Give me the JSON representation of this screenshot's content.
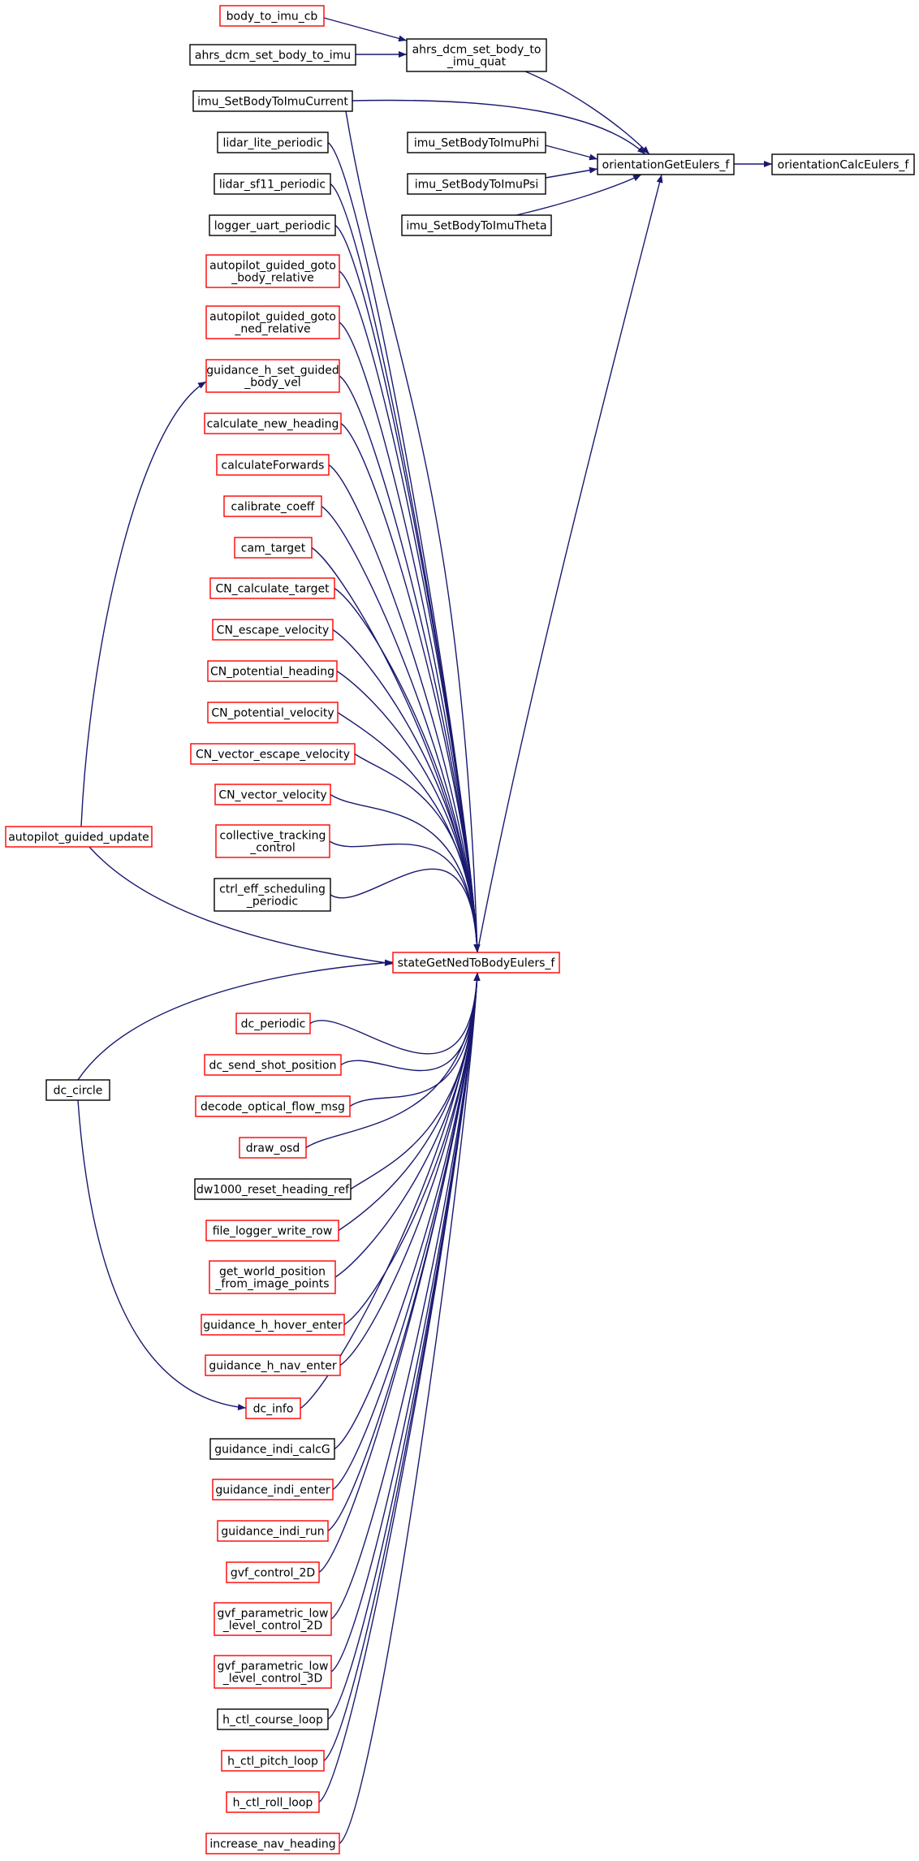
{
  "colors": {
    "background": "#ffffff",
    "edge": "#191970",
    "node_border_black": "#000000",
    "node_border_red": "#ff0000",
    "root_fill": "#bfbfbf"
  },
  "nodes": [
    {
      "id": "orientationCalcEulers_f",
      "lines": [
        "orientationCalcEulers_f"
      ],
      "border": "black",
      "highlight": true
    },
    {
      "id": "orientationGetEulers_f",
      "lines": [
        "orientationGetEulers_f"
      ],
      "border": "black"
    },
    {
      "id": "ahrs_dcm_set_body_to_imu_quat",
      "lines": [
        "ahrs_dcm_set_body_to",
        "_imu_quat"
      ],
      "border": "black"
    },
    {
      "id": "body_to_imu_cb",
      "lines": [
        "body_to_imu_cb"
      ],
      "border": "red"
    },
    {
      "id": "ahrs_dcm_set_body_to_imu",
      "lines": [
        "ahrs_dcm_set_body_to_imu"
      ],
      "border": "black"
    },
    {
      "id": "imu_SetBodyToImuCurrent",
      "lines": [
        "imu_SetBodyToImuCurrent"
      ],
      "border": "black"
    },
    {
      "id": "imu_SetBodyToImuPhi",
      "lines": [
        "imu_SetBodyToImuPhi"
      ],
      "border": "black"
    },
    {
      "id": "imu_SetBodyToImuPsi",
      "lines": [
        "imu_SetBodyToImuPsi"
      ],
      "border": "black"
    },
    {
      "id": "imu_SetBodyToImuTheta",
      "lines": [
        "imu_SetBodyToImuTheta"
      ],
      "border": "black"
    },
    {
      "id": "stateGetNedToBodyEulers_f",
      "lines": [
        "stateGetNedToBodyEulers_f"
      ],
      "border": "red"
    },
    {
      "id": "lidar_lite_periodic",
      "lines": [
        "lidar_lite_periodic"
      ],
      "border": "black"
    },
    {
      "id": "lidar_sf11_periodic",
      "lines": [
        "lidar_sf11_periodic"
      ],
      "border": "black"
    },
    {
      "id": "logger_uart_periodic",
      "lines": [
        "logger_uart_periodic"
      ],
      "border": "black"
    },
    {
      "id": "autopilot_guided_goto_body_relative",
      "lines": [
        "autopilot_guided_goto",
        "_body_relative"
      ],
      "border": "red"
    },
    {
      "id": "autopilot_guided_goto_ned_relative",
      "lines": [
        "autopilot_guided_goto",
        "_ned_relative"
      ],
      "border": "red"
    },
    {
      "id": "guidance_h_set_guided_body_vel",
      "lines": [
        "guidance_h_set_guided",
        "_body_vel"
      ],
      "border": "red"
    },
    {
      "id": "calculate_new_heading",
      "lines": [
        "calculate_new_heading"
      ],
      "border": "red"
    },
    {
      "id": "calculateForwards",
      "lines": [
        "calculateForwards"
      ],
      "border": "red"
    },
    {
      "id": "calibrate_coeff",
      "lines": [
        "calibrate_coeff"
      ],
      "border": "red"
    },
    {
      "id": "cam_target",
      "lines": [
        "cam_target"
      ],
      "border": "red"
    },
    {
      "id": "CN_calculate_target",
      "lines": [
        "CN_calculate_target"
      ],
      "border": "red"
    },
    {
      "id": "CN_escape_velocity",
      "lines": [
        "CN_escape_velocity"
      ],
      "border": "red"
    },
    {
      "id": "CN_potential_heading",
      "lines": [
        "CN_potential_heading"
      ],
      "border": "red"
    },
    {
      "id": "CN_potential_velocity",
      "lines": [
        "CN_potential_velocity"
      ],
      "border": "red"
    },
    {
      "id": "CN_vector_escape_velocity",
      "lines": [
        "CN_vector_escape_velocity"
      ],
      "border": "red"
    },
    {
      "id": "CN_vector_velocity",
      "lines": [
        "CN_vector_velocity"
      ],
      "border": "red"
    },
    {
      "id": "collective_tracking_control",
      "lines": [
        "collective_tracking",
        "_control"
      ],
      "border": "red"
    },
    {
      "id": "ctrl_eff_scheduling_periodic",
      "lines": [
        "ctrl_eff_scheduling",
        "_periodic"
      ],
      "border": "black"
    },
    {
      "id": "autopilot_guided_update",
      "lines": [
        "autopilot_guided_update"
      ],
      "border": "red"
    },
    {
      "id": "dc_periodic",
      "lines": [
        "dc_periodic"
      ],
      "border": "red"
    },
    {
      "id": "dc_send_shot_position",
      "lines": [
        "dc_send_shot_position"
      ],
      "border": "red"
    },
    {
      "id": "decode_optical_flow_msg",
      "lines": [
        "decode_optical_flow_msg"
      ],
      "border": "red"
    },
    {
      "id": "draw_osd",
      "lines": [
        "draw_osd"
      ],
      "border": "red"
    },
    {
      "id": "dw1000_reset_heading_ref",
      "lines": [
        "dw1000_reset_heading_ref"
      ],
      "border": "black"
    },
    {
      "id": "file_logger_write_row",
      "lines": [
        "file_logger_write_row"
      ],
      "border": "red"
    },
    {
      "id": "get_world_position_from_image_points",
      "lines": [
        "get_world_position",
        "_from_image_points"
      ],
      "border": "red"
    },
    {
      "id": "guidance_h_hover_enter",
      "lines": [
        "guidance_h_hover_enter"
      ],
      "border": "red"
    },
    {
      "id": "guidance_h_nav_enter",
      "lines": [
        "guidance_h_nav_enter"
      ],
      "border": "red"
    },
    {
      "id": "dc_circle",
      "lines": [
        "dc_circle"
      ],
      "border": "black"
    },
    {
      "id": "dc_info",
      "lines": [
        "dc_info"
      ],
      "border": "red"
    },
    {
      "id": "guidance_indi_calcG",
      "lines": [
        "guidance_indi_calcG"
      ],
      "border": "black"
    },
    {
      "id": "guidance_indi_enter",
      "lines": [
        "guidance_indi_enter"
      ],
      "border": "red"
    },
    {
      "id": "guidance_indi_run",
      "lines": [
        "guidance_indi_run"
      ],
      "border": "red"
    },
    {
      "id": "gvf_control_2D",
      "lines": [
        "gvf_control_2D"
      ],
      "border": "red"
    },
    {
      "id": "gvf_parametric_low_level_control_2D",
      "lines": [
        "gvf_parametric_low",
        "_level_control_2D"
      ],
      "border": "red"
    },
    {
      "id": "gvf_parametric_low_level_control_3D",
      "lines": [
        "gvf_parametric_low",
        "_level_control_3D"
      ],
      "border": "red"
    },
    {
      "id": "h_ctl_course_loop",
      "lines": [
        "h_ctl_course_loop"
      ],
      "border": "black"
    },
    {
      "id": "h_ctl_pitch_loop",
      "lines": [
        "h_ctl_pitch_loop"
      ],
      "border": "red"
    },
    {
      "id": "h_ctl_roll_loop",
      "lines": [
        "h_ctl_roll_loop"
      ],
      "border": "red"
    },
    {
      "id": "increase_nav_heading",
      "lines": [
        "increase_nav_heading"
      ],
      "border": "red"
    }
  ],
  "edges": [
    [
      "orientationGetEulers_f",
      "orientationCalcEulers_f"
    ],
    [
      "ahrs_dcm_set_body_to_imu_quat",
      "orientationGetEulers_f"
    ],
    [
      "imu_SetBodyToImuCurrent",
      "orientationGetEulers_f"
    ],
    [
      "imu_SetBodyToImuPhi",
      "orientationGetEulers_f"
    ],
    [
      "imu_SetBodyToImuPsi",
      "orientationGetEulers_f"
    ],
    [
      "imu_SetBodyToImuTheta",
      "orientationGetEulers_f"
    ],
    [
      "stateGetNedToBodyEulers_f",
      "orientationGetEulers_f"
    ],
    [
      "body_to_imu_cb",
      "ahrs_dcm_set_body_to_imu_quat"
    ],
    [
      "ahrs_dcm_set_body_to_imu",
      "ahrs_dcm_set_body_to_imu_quat"
    ],
    [
      "imu_SetBodyToImuCurrent",
      "stateGetNedToBodyEulers_f"
    ],
    [
      "lidar_lite_periodic",
      "stateGetNedToBodyEulers_f"
    ],
    [
      "lidar_sf11_periodic",
      "stateGetNedToBodyEulers_f"
    ],
    [
      "logger_uart_periodic",
      "stateGetNedToBodyEulers_f"
    ],
    [
      "autopilot_guided_goto_body_relative",
      "stateGetNedToBodyEulers_f"
    ],
    [
      "autopilot_guided_goto_ned_relative",
      "stateGetNedToBodyEulers_f"
    ],
    [
      "guidance_h_set_guided_body_vel",
      "stateGetNedToBodyEulers_f"
    ],
    [
      "calculate_new_heading",
      "stateGetNedToBodyEulers_f"
    ],
    [
      "calculateForwards",
      "stateGetNedToBodyEulers_f"
    ],
    [
      "calibrate_coeff",
      "stateGetNedToBodyEulers_f"
    ],
    [
      "cam_target",
      "stateGetNedToBodyEulers_f"
    ],
    [
      "CN_calculate_target",
      "stateGetNedToBodyEulers_f"
    ],
    [
      "CN_escape_velocity",
      "stateGetNedToBodyEulers_f"
    ],
    [
      "CN_potential_heading",
      "stateGetNedToBodyEulers_f"
    ],
    [
      "CN_potential_velocity",
      "stateGetNedToBodyEulers_f"
    ],
    [
      "CN_vector_escape_velocity",
      "stateGetNedToBodyEulers_f"
    ],
    [
      "CN_vector_velocity",
      "stateGetNedToBodyEulers_f"
    ],
    [
      "collective_tracking_control",
      "stateGetNedToBodyEulers_f"
    ],
    [
      "ctrl_eff_scheduling_periodic",
      "stateGetNedToBodyEulers_f"
    ],
    [
      "autopilot_guided_update",
      "stateGetNedToBodyEulers_f"
    ],
    [
      "autopilot_guided_update",
      "guidance_h_set_guided_body_vel"
    ],
    [
      "dc_circle",
      "stateGetNedToBodyEulers_f"
    ],
    [
      "dc_circle",
      "dc_info"
    ],
    [
      "dc_periodic",
      "stateGetNedToBodyEulers_f"
    ],
    [
      "dc_send_shot_position",
      "stateGetNedToBodyEulers_f"
    ],
    [
      "decode_optical_flow_msg",
      "stateGetNedToBodyEulers_f"
    ],
    [
      "draw_osd",
      "stateGetNedToBodyEulers_f"
    ],
    [
      "dw1000_reset_heading_ref",
      "stateGetNedToBodyEulers_f"
    ],
    [
      "file_logger_write_row",
      "stateGetNedToBodyEulers_f"
    ],
    [
      "get_world_position_from_image_points",
      "stateGetNedToBodyEulers_f"
    ],
    [
      "guidance_h_hover_enter",
      "stateGetNedToBodyEulers_f"
    ],
    [
      "guidance_h_nav_enter",
      "stateGetNedToBodyEulers_f"
    ],
    [
      "dc_info",
      "stateGetNedToBodyEulers_f"
    ],
    [
      "guidance_indi_calcG",
      "stateGetNedToBodyEulers_f"
    ],
    [
      "guidance_indi_enter",
      "stateGetNedToBodyEulers_f"
    ],
    [
      "guidance_indi_run",
      "stateGetNedToBodyEulers_f"
    ],
    [
      "gvf_control_2D",
      "stateGetNedToBodyEulers_f"
    ],
    [
      "gvf_parametric_low_level_control_2D",
      "stateGetNedToBodyEulers_f"
    ],
    [
      "gvf_parametric_low_level_control_3D",
      "stateGetNedToBodyEulers_f"
    ],
    [
      "h_ctl_course_loop",
      "stateGetNedToBodyEulers_f"
    ],
    [
      "h_ctl_pitch_loop",
      "stateGetNedToBodyEulers_f"
    ],
    [
      "h_ctl_roll_loop",
      "stateGetNedToBodyEulers_f"
    ],
    [
      "increase_nav_heading",
      "stateGetNedToBodyEulers_f"
    ]
  ]
}
